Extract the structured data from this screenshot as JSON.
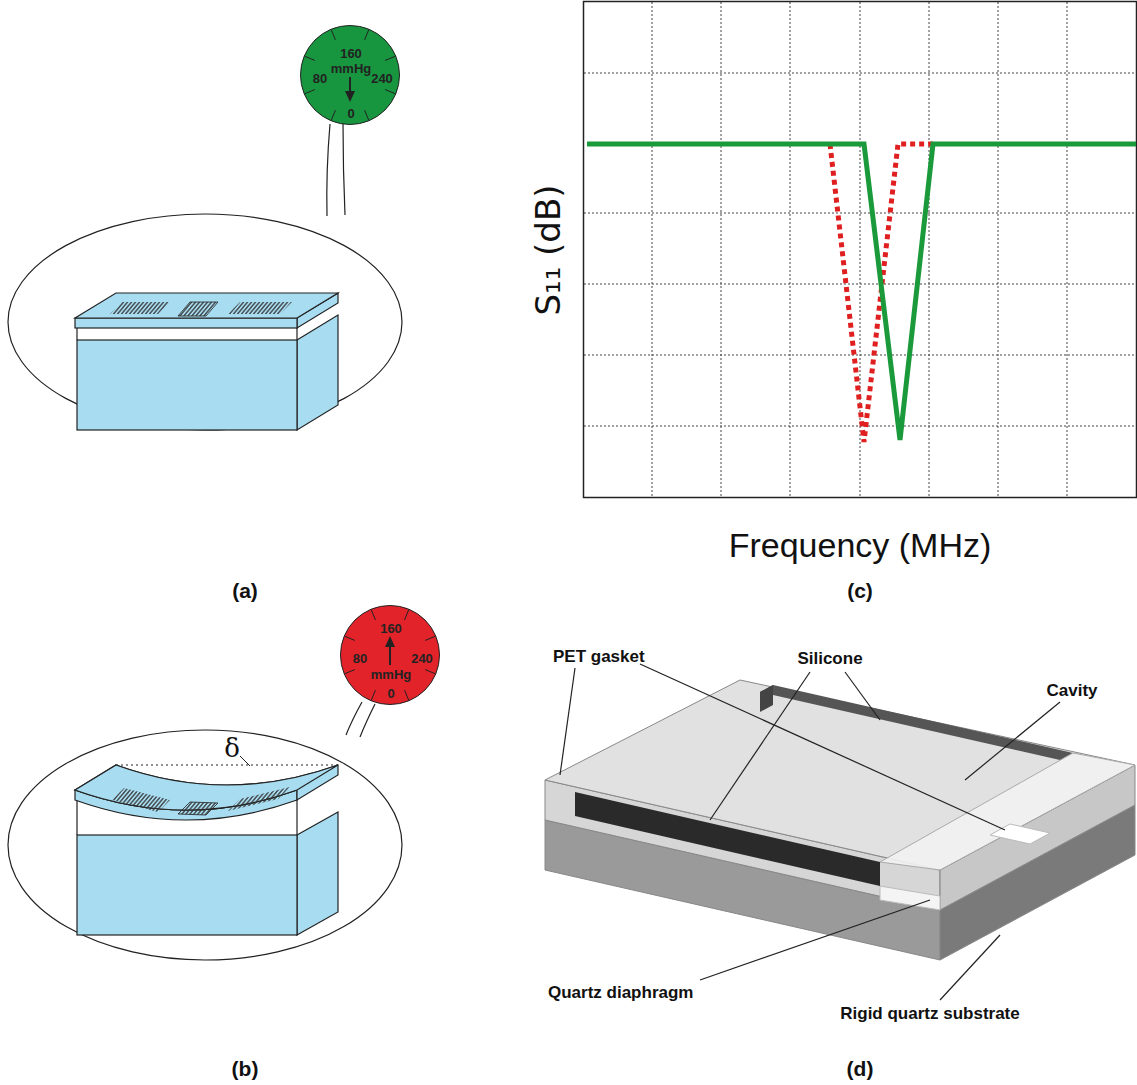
{
  "diagram": {
    "nodes": [
      {
        "text": [
          "160",
          "mmHg",
          "80",
          "240",
          "0"
        ]
      },
      {
        "text": [
          "160",
          "80",
          "240",
          "mmHg",
          "0"
        ]
      }
    ],
    "labels": [
      "δ",
      "S₁₁ (dB)",
      "Frequency (MHz)",
      "(a)",
      "(c)",
      "(b)",
      "(d)",
      "PET gasket",
      "Silicone",
      "Cavity",
      "Quartz diaphragm",
      "Rigid quartz substrate"
    ]
  }
}
